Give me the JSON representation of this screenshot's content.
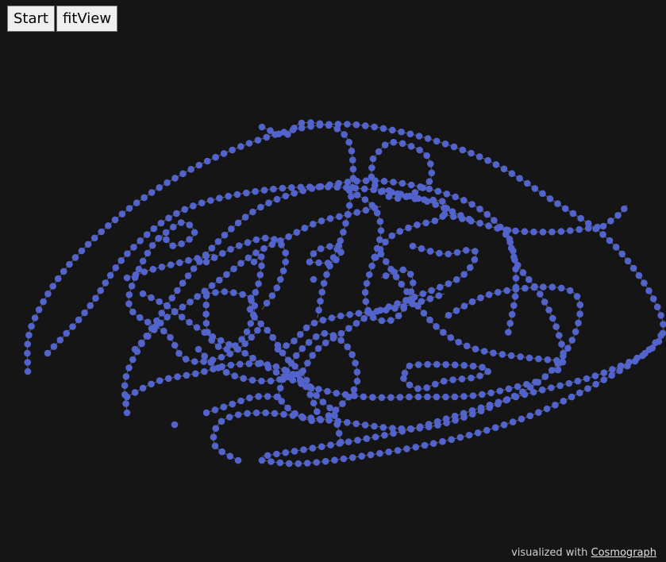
{
  "controls": {
    "start_label": "Start",
    "fitview_label": "fitView"
  },
  "watermark": {
    "prefix": "visualized with",
    "link_label": "Cosmograph"
  },
  "colors": {
    "background": "#151515",
    "node": "#5363cc",
    "link": "#7a7a7a"
  }
}
